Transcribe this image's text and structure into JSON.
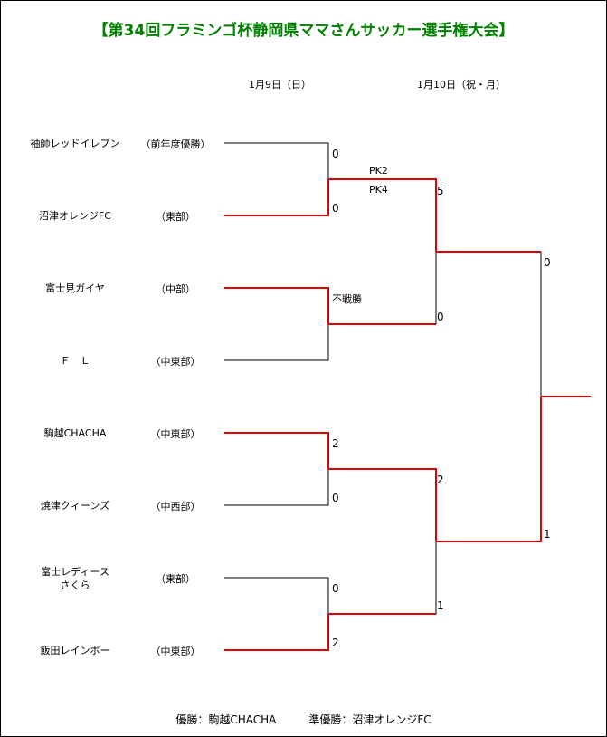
{
  "title": "【第34回フラミンゴ杯静岡県ママさんサッカー選手権大会】",
  "dates": {
    "round1": "1月9日（日）",
    "round2": "1月10日（祝・月）"
  },
  "teams": [
    {
      "name": "袖師レッドイレブン",
      "region": "（前年度優勝）"
    },
    {
      "name": "沼津オレンジFC",
      "region": "（東部）"
    },
    {
      "name": "富士見ガイヤ",
      "region": "（中部）"
    },
    {
      "name": "Ｆ　Ｌ",
      "region": "（中東部）"
    },
    {
      "name": "駒越CHACHA",
      "region": "（中東部）"
    },
    {
      "name": "焼津クィーンズ",
      "region": "（中西部）"
    },
    {
      "name": "富士レディース\nさくら",
      "region": "（東部）"
    },
    {
      "name": "飯田レインボー",
      "region": "（中東部）"
    }
  ],
  "scores": {
    "r1m1_top": "0",
    "r1m1_bottom": "0",
    "r1m1_pk_top": "PK2",
    "r1m1_pk_bottom": "PK4",
    "r1m2_note": "不戦勝",
    "r1m3_top": "2",
    "r1m3_bottom": "0",
    "r1m4_top": "0",
    "r1m4_bottom": "2",
    "sf1_top": "5",
    "sf1_bottom": "0",
    "sf2_top": "2",
    "sf2_bottom": "1",
    "final_top": "0",
    "final_bottom": "1"
  },
  "footer": {
    "text": "優勝：駒越CHACHA　　　準優勝：沼津オレンジFC"
  },
  "colors": {
    "title": "#008000",
    "winner_line": "#e00000",
    "loser_line": "#000000"
  }
}
